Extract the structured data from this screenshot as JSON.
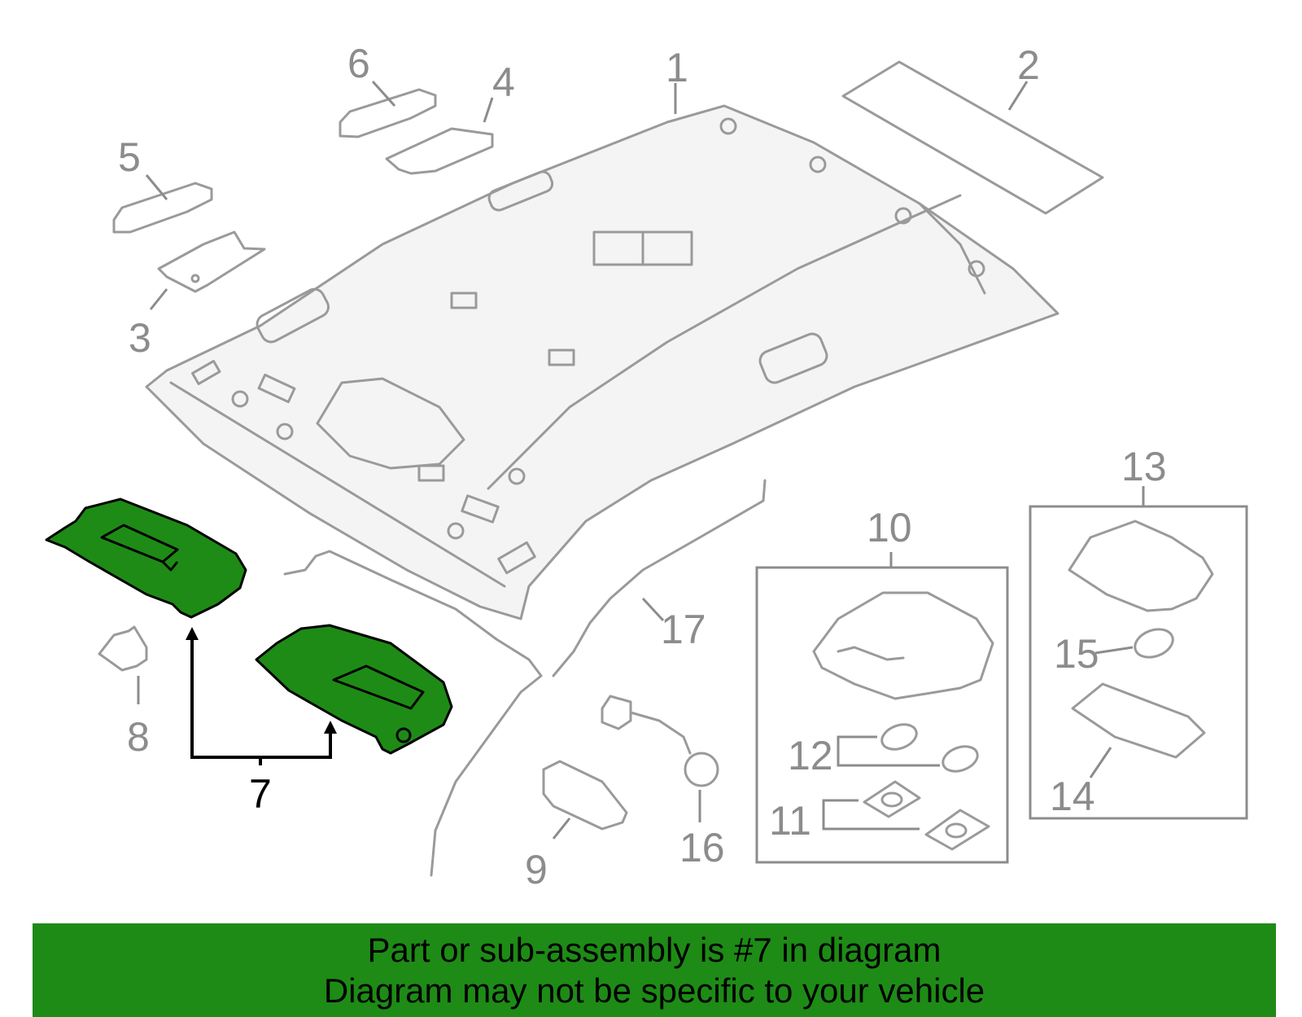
{
  "diagram": {
    "callouts": {
      "c1": "1",
      "c2": "2",
      "c3": "3",
      "c4": "4",
      "c5": "5",
      "c6": "6",
      "c7": "7",
      "c8": "8",
      "c9": "9",
      "c10": "10",
      "c11": "11",
      "c12": "12",
      "c13": "13",
      "c14": "14",
      "c15": "15",
      "c16": "16",
      "c17": "17"
    },
    "highlighted_part": "7",
    "colors": {
      "highlight": "#1e8b16",
      "line": "#9a9a9a",
      "label": "#8c8c8c"
    }
  },
  "banner": {
    "line1": "Part or sub-assembly is #7 in diagram",
    "line2": "Diagram may not be specific to your vehicle"
  }
}
